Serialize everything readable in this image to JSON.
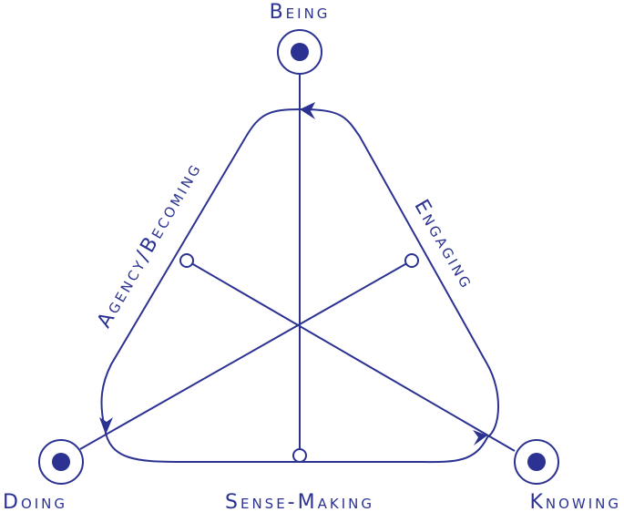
{
  "diagram": {
    "nodes": {
      "being": "Being",
      "doing": "Doing",
      "knowing": "Knowing"
    },
    "edges": {
      "agency": "Agency/Becoming",
      "engaging": "Engaging",
      "sense": "Sense-Making"
    },
    "colors": {
      "stroke": "#2b3291",
      "fill": "#2b3291",
      "background": "#ffffff"
    }
  }
}
